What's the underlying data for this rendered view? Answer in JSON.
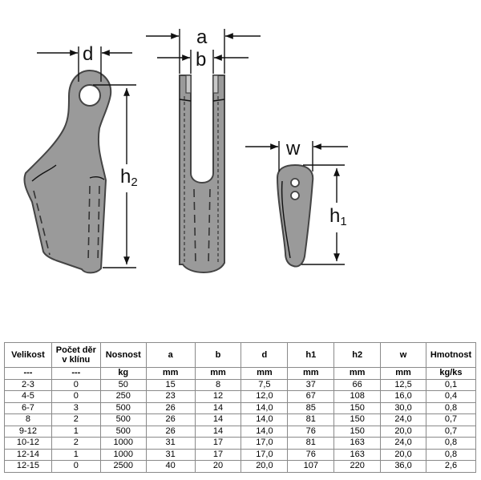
{
  "drawing": {
    "labels": {
      "d": "d",
      "a": "a",
      "b": "b",
      "w": "w",
      "h2_main": "h",
      "h2_sub": "2",
      "h1_main": "h",
      "h1_sub": "1"
    }
  },
  "table": {
    "headers": [
      "Velikost",
      "Počet děr v klínu",
      "Nosnost",
      "a",
      "b",
      "d",
      "h1",
      "h2",
      "w",
      "Hmotnost"
    ],
    "units": [
      "---",
      "---",
      "kg",
      "mm",
      "mm",
      "mm",
      "mm",
      "mm",
      "mm",
      "kg/ks"
    ],
    "rows": [
      [
        "2-3",
        "0",
        "50",
        "15",
        "8",
        "7,5",
        "37",
        "66",
        "12,5",
        "0,1"
      ],
      [
        "4-5",
        "0",
        "250",
        "23",
        "12",
        "12,0",
        "67",
        "108",
        "16,0",
        "0,4"
      ],
      [
        "6-7",
        "3",
        "500",
        "26",
        "14",
        "14,0",
        "85",
        "150",
        "30,0",
        "0,8"
      ],
      [
        "8",
        "2",
        "500",
        "26",
        "14",
        "14,0",
        "81",
        "150",
        "24,0",
        "0,7"
      ],
      [
        "9-12",
        "1",
        "500",
        "26",
        "14",
        "14,0",
        "76",
        "150",
        "20,0",
        "0,7"
      ],
      [
        "10-12",
        "2",
        "1000",
        "31",
        "17",
        "17,0",
        "81",
        "163",
        "24,0",
        "0,8"
      ],
      [
        "12-14",
        "1",
        "1000",
        "31",
        "17",
        "17,0",
        "76",
        "163",
        "20,0",
        "0,8"
      ],
      [
        "12-15",
        "0",
        "2500",
        "40",
        "20",
        "20,0",
        "107",
        "220",
        "36,0",
        "2,6"
      ]
    ]
  }
}
